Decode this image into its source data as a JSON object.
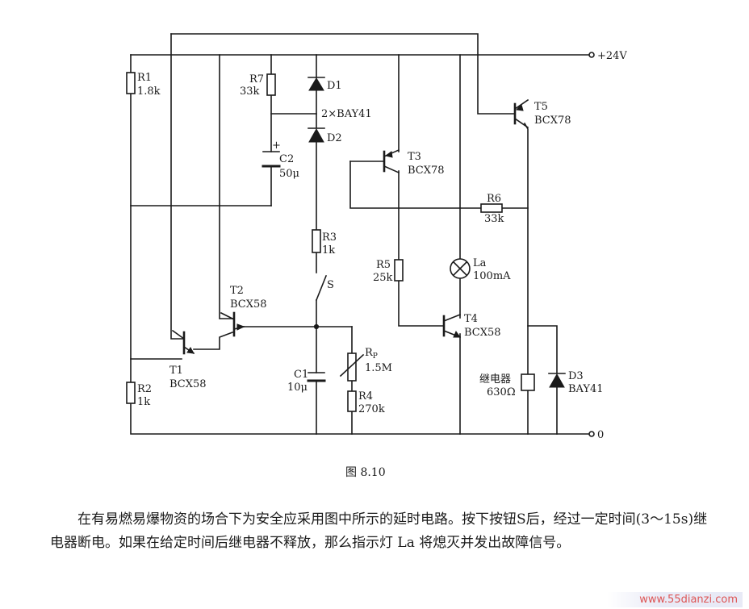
{
  "components": {
    "R1": {
      "ref": "R1",
      "value": "1.8k"
    },
    "R2": {
      "ref": "R2",
      "value": "1k"
    },
    "R3": {
      "ref": "R3",
      "value": "1k"
    },
    "R4": {
      "ref": "R4",
      "value": "270k"
    },
    "R5": {
      "ref": "R5",
      "value": "25k"
    },
    "R6": {
      "ref": "R6",
      "value": "33k"
    },
    "R7": {
      "ref": "R7",
      "value": "33k"
    },
    "C1": {
      "ref": "C1",
      "value": "10μ"
    },
    "C2": {
      "ref": "C2",
      "value": "50μ"
    },
    "RP": {
      "ref": "R",
      "sub": "P",
      "value": "1.5M"
    },
    "D1": {
      "ref": "D1"
    },
    "D2": {
      "ref": "D2"
    },
    "D_pair": {
      "value": "2×BAY41"
    },
    "D3": {
      "ref": "D3",
      "value": "BAY41"
    },
    "T1": {
      "ref": "T1",
      "value": "BCX58"
    },
    "T2": {
      "ref": "T2",
      "value": "BCX58"
    },
    "T3": {
      "ref": "T3",
      "value": "BCX78"
    },
    "T4": {
      "ref": "T4",
      "value": "BCX58"
    },
    "T5": {
      "ref": "T5",
      "value": "BCX78"
    },
    "S": {
      "ref": "S"
    },
    "La": {
      "ref": "La",
      "value": "100mA"
    },
    "relay": {
      "ref": "继电器",
      "value": "630Ω"
    },
    "plus": {
      "text": "+"
    }
  },
  "terminals": {
    "supply": "+24V",
    "ground": "0"
  },
  "figure_caption": "图 8.10",
  "description": "在有易燃易爆物资的场合下为安全应采用图中所示的延时电路。按下按钮S后，经过一定时间(3～15s)继电器断电。如果在给定时间后继电器不释放，那么指示灯 La 将熄灭并发出故障信号。",
  "watermark": "www.55dianzi.com",
  "colors": {
    "ink": "#1a1a1a",
    "watermark": "#dd5555"
  }
}
